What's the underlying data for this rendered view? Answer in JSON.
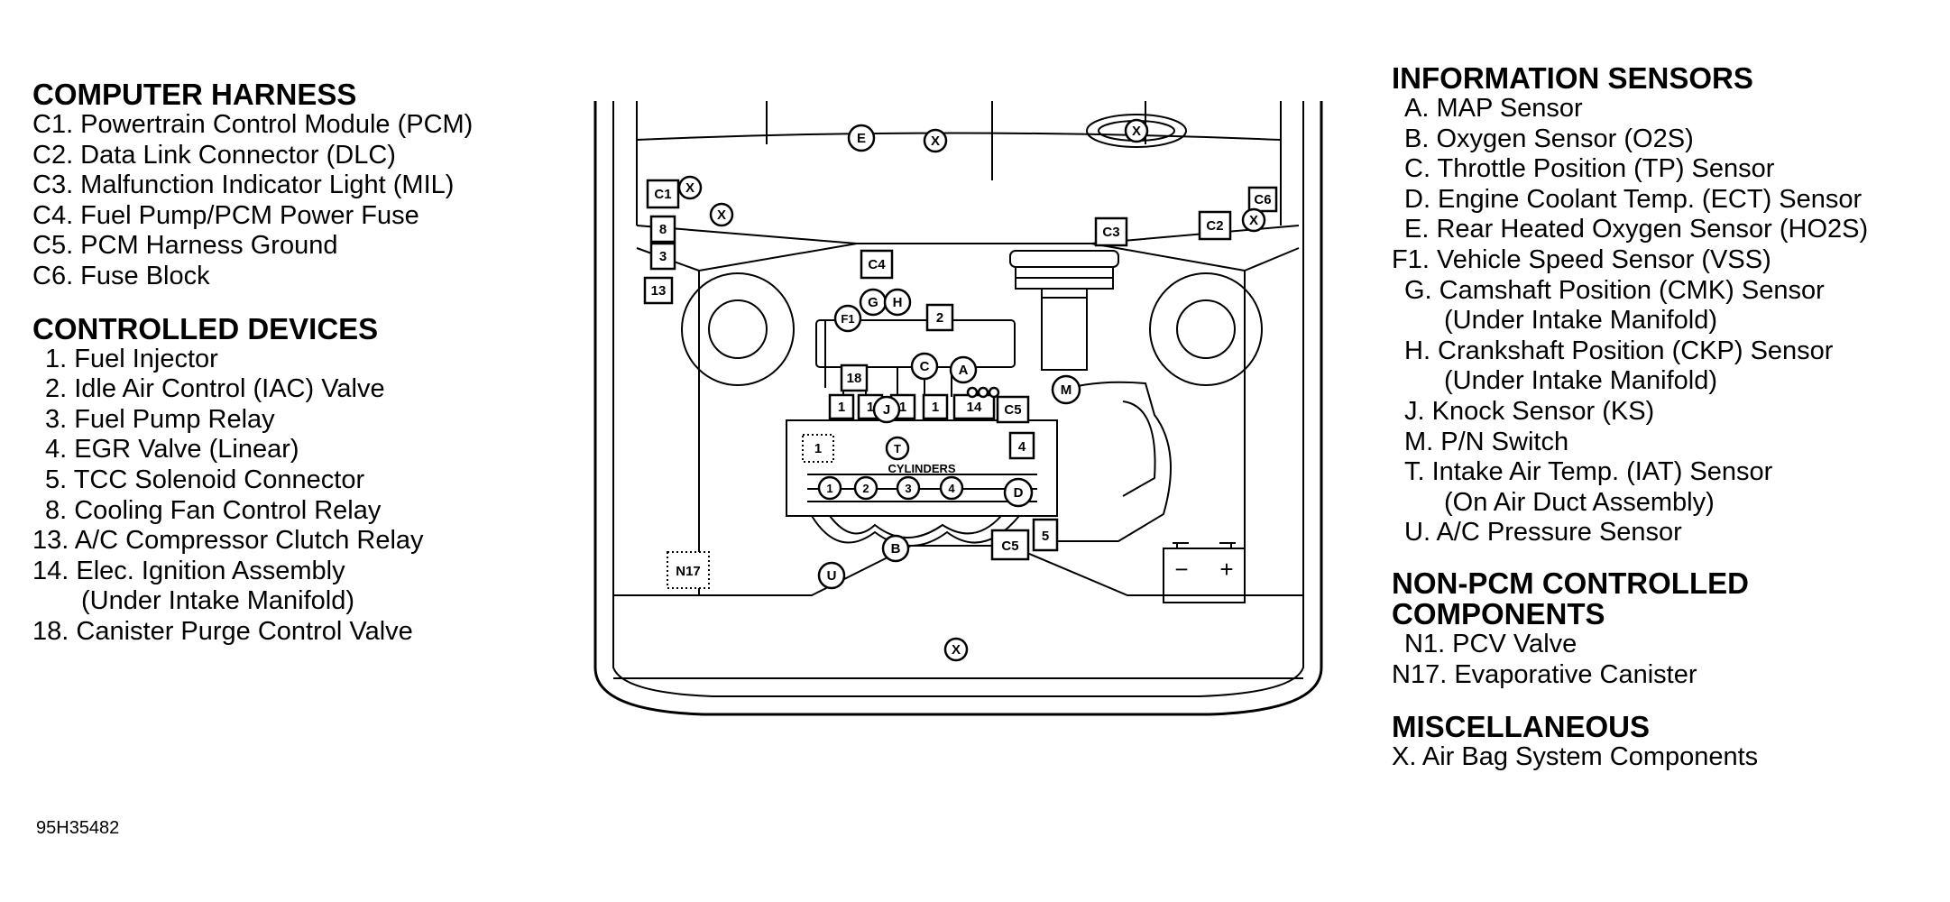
{
  "computer_harness": {
    "title": "COMPUTER HARNESS",
    "items": [
      "C1. Powertrain Control Module (PCM)",
      "C2. Data Link Connector (DLC)",
      "C3. Malfunction Indicator Light (MIL)",
      "C4. Fuel Pump/PCM Power Fuse",
      "C5. PCM Harness Ground",
      "C6. Fuse Block"
    ]
  },
  "controlled_devices": {
    "title": "CONTROLLED DEVICES",
    "items": [
      "1. Fuel Injector",
      "2. Idle Air Control (IAC) Valve",
      "3. Fuel Pump Relay",
      "4. EGR Valve (Linear)",
      "5. TCC Solenoid Connector",
      "8. Cooling Fan Control Relay",
      "13. A/C Compressor Clutch Relay",
      "14. Elec. Ignition Assembly",
      "(Under Intake Manifold)",
      "18. Canister Purge Control Valve"
    ]
  },
  "information_sensors": {
    "title": "INFORMATION SENSORS",
    "items": [
      "A. MAP Sensor",
      "B. Oxygen Sensor (O2S)",
      "C. Throttle Position (TP) Sensor",
      "D. Engine Coolant Temp. (ECT) Sensor",
      "E. Rear Heated Oxygen Sensor (HO2S)",
      "F1. Vehicle Speed Sensor (VSS)",
      "G. Camshaft Position (CMK) Sensor",
      "(Under Intake Manifold)",
      "H. Crankshaft Position (CKP) Sensor",
      "(Under Intake Manifold)",
      "J. Knock Sensor (KS)",
      "M. P/N Switch",
      "T. Intake Air Temp. (IAT) Sensor",
      "(On Air Duct Assembly)",
      "U. A/C Pressure Sensor"
    ]
  },
  "non_pcm": {
    "title_line1": "NON-PCM CONTROLLED",
    "title_line2": "COMPONENTS",
    "items": [
      "N1. PCV Valve",
      "N17. Evaporative Canister"
    ]
  },
  "miscellaneous": {
    "title": "MISCELLANEOUS",
    "items": [
      "X. Air Bag System Components"
    ]
  },
  "figure_id": "95H35482",
  "diagram_labels": {
    "c1": "C1",
    "c2": "C2",
    "c3": "C3",
    "c4": "C4",
    "c5a": "C5",
    "c5b": "C5",
    "c6": "C6",
    "n1": "1",
    "n17": "N17",
    "cylinders": "CYLINDERS",
    "cyl1": "1",
    "cyl2": "2",
    "cyl3": "3",
    "cyl4": "4",
    "a": "A",
    "b": "B",
    "c": "C",
    "d": "D",
    "e": "E",
    "f": "F1",
    "g": "G",
    "h": "H",
    "j": "J",
    "m": "M",
    "t": "T",
    "u": "U",
    "x": "X",
    "n8": "8",
    "n3": "3",
    "n13": "13",
    "n2": "2",
    "n18": "18",
    "n14": "14",
    "n4": "4",
    "n5": "5",
    "minus": "−",
    "plus": "+"
  }
}
